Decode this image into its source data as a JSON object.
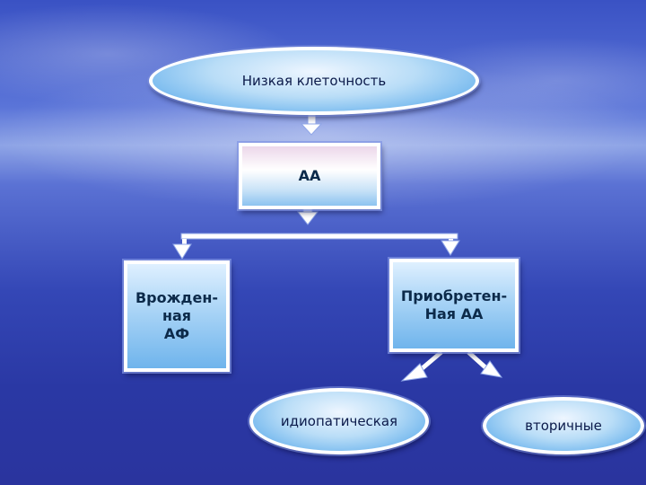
{
  "nodes": {
    "root": {
      "label": "Низкая клеточность"
    },
    "aa": {
      "label": "АА"
    },
    "congenital": {
      "label": "Врожден-\nная\nАФ"
    },
    "acquired": {
      "label": "Приобретен-\nНая АА"
    },
    "idiopathic": {
      "label": "идиопатическая"
    },
    "secondary": {
      "label": "вторичные"
    }
  },
  "colors": {
    "connector": "#ffffff",
    "text_dark": "#0c2a4a"
  }
}
